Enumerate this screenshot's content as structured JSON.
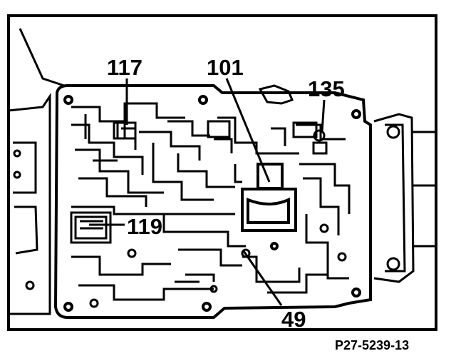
{
  "callouts": {
    "c117": "117",
    "c101": "101",
    "c135": "135",
    "c119": "119",
    "c49": "49"
  },
  "figure_id": "P27-5239-13",
  "colors": {
    "ink": "#000000",
    "paper": "#ffffff"
  }
}
